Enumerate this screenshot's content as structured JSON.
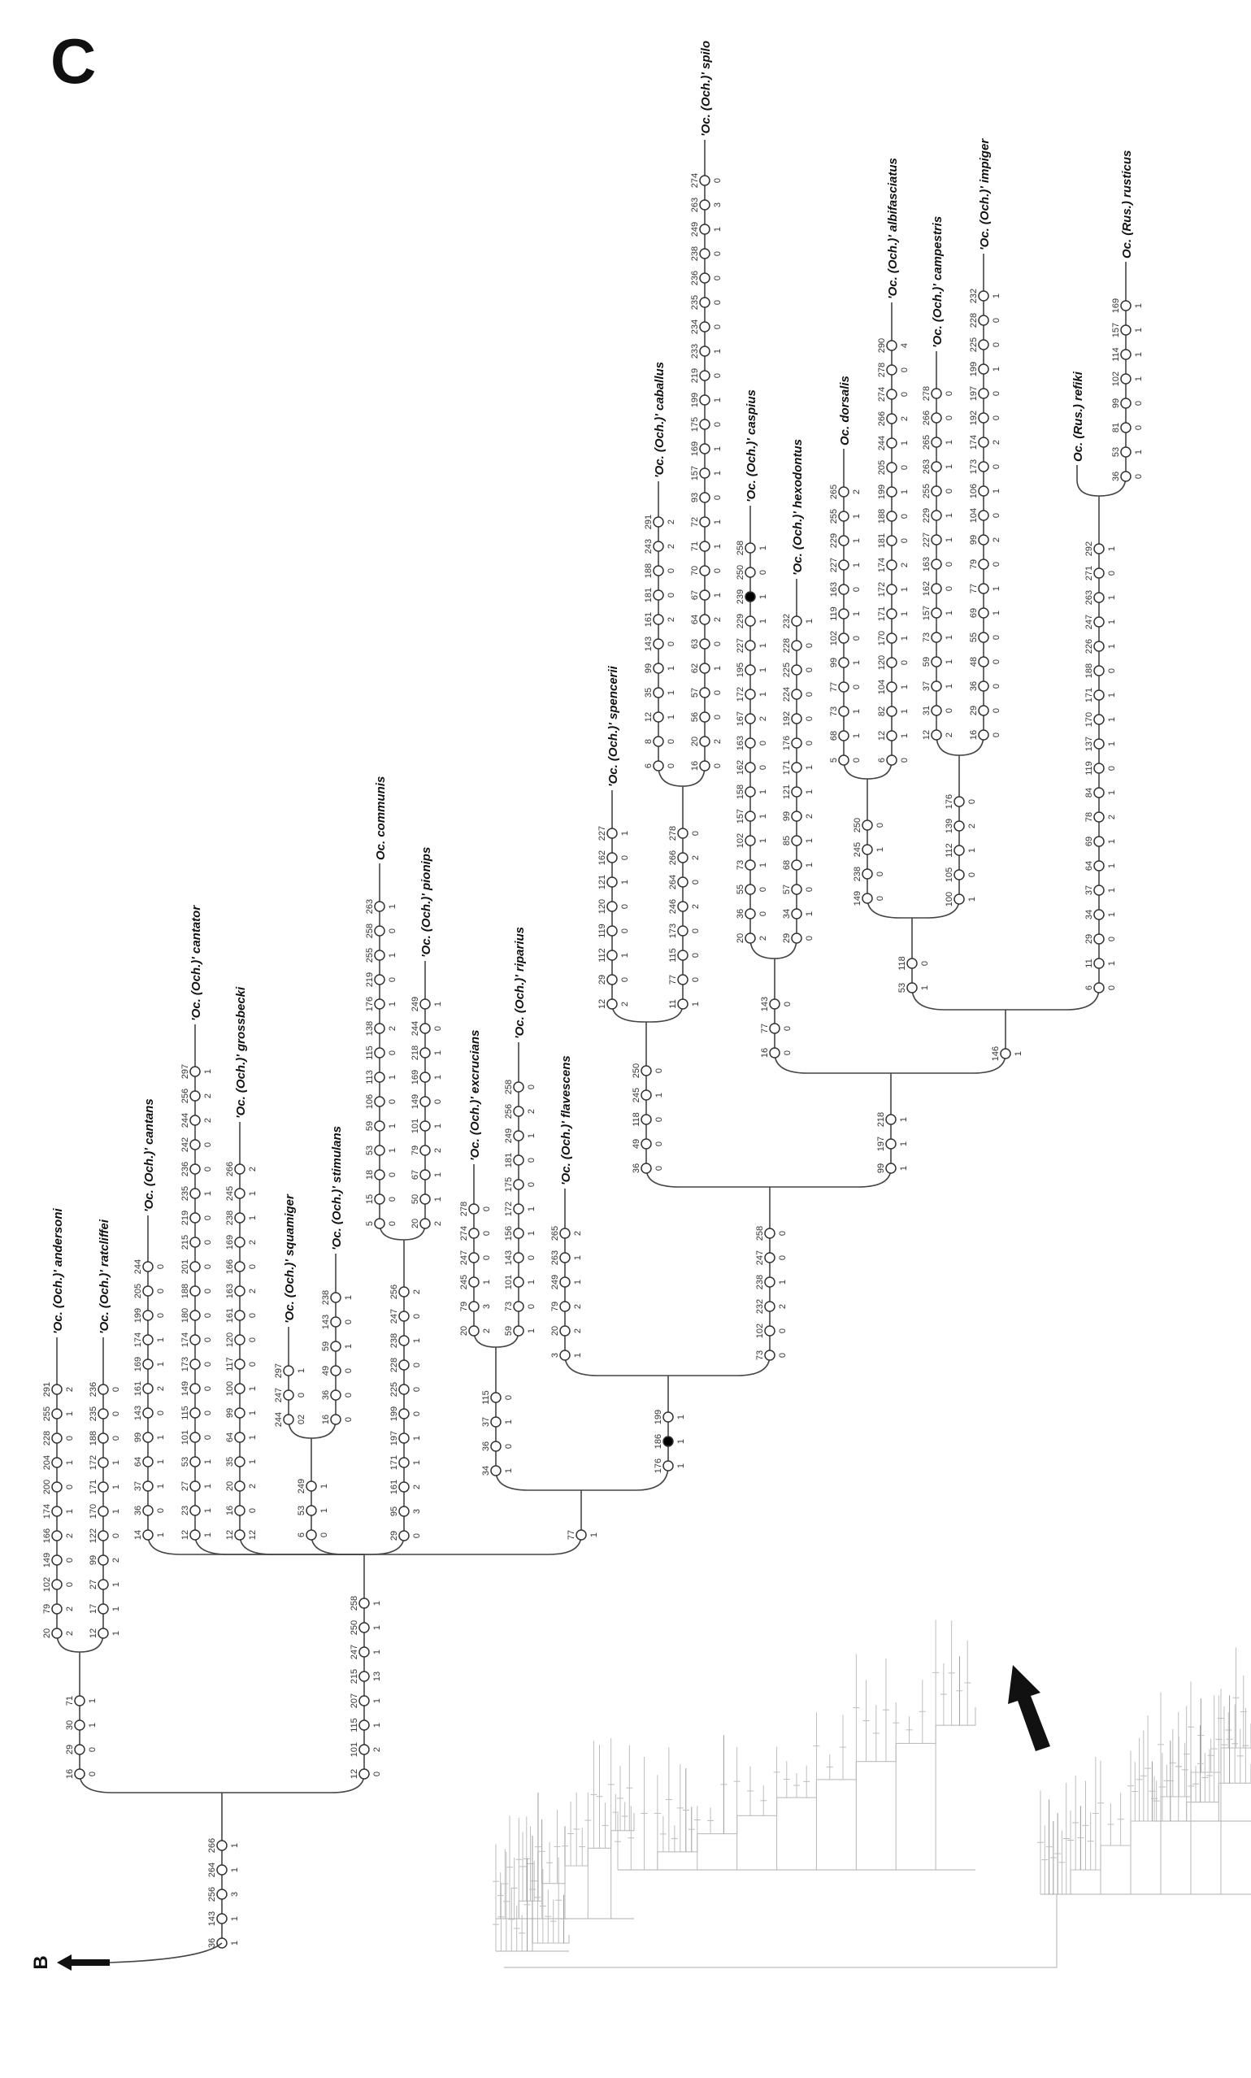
{
  "panel_label": "C",
  "continuation_label": "B",
  "colors": {
    "line": "#444444",
    "node_fill": "#ffffff",
    "node_filled": "#000000",
    "thumbnail": "#bdbdbd"
  },
  "branches": [
    {
      "id": "root",
      "chars": [
        36,
        143,
        256,
        264,
        266
      ],
      "states": [
        "1",
        "1",
        "3",
        "1",
        "1"
      ]
    },
    {
      "id": "b16",
      "chars": [
        16,
        29,
        30,
        71
      ],
      "states": [
        "0",
        "0",
        "1",
        "1"
      ]
    },
    {
      "id": "andersoni",
      "taxon": "'Oc. (Och.)' andersoni",
      "chars": [
        20,
        79,
        102,
        149,
        166,
        174,
        200,
        204,
        228,
        255,
        291
      ],
      "states": [
        "2",
        "2",
        "0",
        "0",
        "2",
        "1",
        "0",
        "1",
        "0",
        "1",
        "2"
      ]
    },
    {
      "id": "ratcliffei",
      "taxon": "'Oc. (Och.)' ratcliffei",
      "chars": [
        12,
        17,
        27,
        99,
        122,
        170,
        171,
        172,
        188,
        235,
        236
      ],
      "states": [
        "1",
        "1",
        "1",
        "2",
        "0",
        "1",
        "1",
        "1",
        "0",
        "0",
        "0"
      ]
    },
    {
      "id": "b12",
      "chars": [
        12,
        101,
        115,
        207,
        215,
        247,
        250,
        258
      ],
      "states": [
        "0",
        "2",
        "1",
        "1",
        "13",
        "1",
        "1",
        "1"
      ]
    },
    {
      "id": "cantans",
      "taxon": "'Oc. (Och.)' cantans",
      "chars": [
        14,
        36,
        37,
        64,
        99,
        143,
        161,
        169,
        174,
        199,
        205,
        244
      ],
      "states": [
        "1",
        "0",
        "1",
        "1",
        "1",
        "0",
        "2",
        "1",
        "1",
        "0",
        "0",
        "0"
      ]
    },
    {
      "id": "cantator",
      "taxon": "'Oc. (Och.)' cantator",
      "chars": [
        12,
        23,
        27,
        53,
        101,
        115,
        149,
        173,
        174,
        180,
        188,
        201,
        215,
        219,
        235,
        236,
        242,
        244,
        256,
        297
      ],
      "states": [
        "1",
        "1",
        "1",
        "1",
        "0",
        "0",
        "0",
        "0",
        "0",
        "0",
        "0",
        "0",
        "0",
        "0",
        "1",
        "0",
        "0",
        "2",
        "2",
        "1"
      ]
    },
    {
      "id": "grossbecki",
      "taxon": "'Oc. (Och.)' grossbecki",
      "chars": [
        12,
        16,
        20,
        35,
        64,
        99,
        100,
        117,
        120,
        161,
        163,
        166,
        169,
        238,
        245,
        266
      ],
      "states": [
        "12",
        "0",
        "2",
        "1",
        "1",
        "1",
        "1",
        "0",
        "0",
        "0",
        "2",
        "0",
        "2",
        "1",
        "1",
        "2"
      ]
    },
    {
      "id": "b6",
      "chars": [
        6,
        53,
        249
      ],
      "states": [
        "0",
        "1",
        "1"
      ]
    },
    {
      "id": "squamiger",
      "taxon": "'Oc. (Och.)' squamiger",
      "chars": [
        244,
        247,
        297
      ],
      "states": [
        "02",
        "0",
        "1"
      ]
    },
    {
      "id": "stimulans",
      "taxon": "'Oc. (Och.)' stimulans",
      "chars": [
        16,
        36,
        49,
        59,
        143,
        238
      ],
      "states": [
        "0",
        "0",
        "0",
        "1",
        "0",
        "1"
      ]
    },
    {
      "id": "b29",
      "chars": [
        29,
        95,
        161,
        171,
        197,
        199,
        225,
        228,
        238,
        247,
        256
      ],
      "states": [
        "0",
        "3",
        "2",
        "1",
        "1",
        "0",
        "0",
        "0",
        "1",
        "0",
        "2"
      ]
    },
    {
      "id": "communis",
      "taxon": "Oc. communis",
      "chars": [
        5,
        15,
        18,
        53,
        59,
        106,
        113,
        115,
        138,
        176,
        219,
        255,
        258,
        263
      ],
      "states": [
        "0",
        "0",
        "0",
        "1",
        "1",
        "0",
        "1",
        "0",
        "2",
        "1",
        "0",
        "1",
        "0",
        "1"
      ]
    },
    {
      "id": "pionips",
      "taxon": "'Oc. (Och.)' pionips",
      "chars": [
        20,
        50,
        67,
        79,
        101,
        149,
        169,
        218,
        244,
        249
      ],
      "states": [
        "2",
        "1",
        "1",
        "2",
        "1",
        "0",
        "1",
        "1",
        "0",
        "1"
      ]
    },
    {
      "id": "b77",
      "chars": [
        77
      ],
      "states": [
        "1"
      ]
    },
    {
      "id": "b34",
      "chars": [
        34,
        36,
        37,
        115
      ],
      "states": [
        "1",
        "0",
        "1",
        "0"
      ]
    },
    {
      "id": "excrucians",
      "taxon": "'Oc. (Och.)' excrucians",
      "chars": [
        20,
        79,
        245,
        247,
        274,
        278
      ],
      "states": [
        "2",
        "3",
        "1",
        "0",
        "0",
        "0"
      ]
    },
    {
      "id": "riparius",
      "taxon": "'Oc. (Och.)' riparius",
      "chars": [
        59,
        73,
        101,
        143,
        156,
        172,
        175,
        181,
        249,
        256,
        258
      ],
      "states": [
        "1",
        "0",
        "1",
        "0",
        "1",
        "1",
        "0",
        "0",
        "1",
        "2",
        "0"
      ]
    },
    {
      "id": "b176",
      "chars": [
        176,
        186,
        199
      ],
      "states": [
        "1",
        "1",
        "1"
      ],
      "filled": [
        1
      ]
    },
    {
      "id": "flavescens",
      "taxon": "'Oc. (Och.)' flavescens",
      "chars": [
        3,
        20,
        79,
        249,
        263,
        265
      ],
      "states": [
        "1",
        "2",
        "2",
        "1",
        "1",
        "2"
      ]
    },
    {
      "id": "b73",
      "chars": [
        73,
        102,
        232,
        238,
        247,
        258
      ],
      "states": [
        "0",
        "0",
        "2",
        "1",
        "0",
        "0"
      ]
    },
    {
      "id": "b36",
      "chars": [
        36,
        49,
        118,
        245,
        250
      ],
      "states": [
        "0",
        "0",
        "0",
        "1",
        "0"
      ]
    },
    {
      "id": "b99",
      "chars": [
        99,
        197,
        218
      ],
      "states": [
        "1",
        "1",
        "1"
      ]
    },
    {
      "id": "spencerii",
      "taxon": "'Oc. (Och.)' spencerii",
      "chars": [
        12,
        29,
        112,
        119,
        120,
        121,
        162,
        227
      ],
      "states": [
        "2",
        "0",
        "1",
        "0",
        "0",
        "1",
        "0",
        "1"
      ]
    },
    {
      "id": "b11",
      "chars": [
        11,
        77,
        115,
        173,
        246,
        264,
        266,
        278
      ],
      "states": [
        "1",
        "0",
        "0",
        "0",
        "2",
        "0",
        "2",
        "0"
      ]
    },
    {
      "id": "caballus",
      "taxon": "'Oc. (Och.)' caballus",
      "chars": [
        6,
        8,
        12,
        35,
        99,
        143,
        161,
        181,
        188,
        243,
        291
      ],
      "states": [
        "0",
        "0",
        "1",
        "1",
        "1",
        "0",
        "2",
        "0",
        "0",
        "2",
        "2"
      ]
    },
    {
      "id": "spilotus",
      "taxon": "'Oc. (Och.)' spilo",
      "chars": [
        16,
        20,
        56,
        57,
        62,
        63,
        64,
        67,
        70,
        71,
        72,
        93,
        157,
        169,
        175,
        199,
        219,
        233,
        234,
        235,
        236,
        238,
        249,
        263,
        274
      ],
      "states": [
        "0",
        "2",
        "0",
        "0",
        "1",
        "0",
        "2",
        "1",
        "0",
        "1",
        "1",
        "0",
        "1",
        "1",
        "0",
        "1",
        "0",
        "1",
        "0",
        "0",
        "0",
        "0",
        "1",
        "3",
        "0"
      ]
    },
    {
      "id": "b16b",
      "chars": [
        16,
        77,
        143
      ],
      "states": [
        "0",
        "0",
        "0"
      ]
    },
    {
      "id": "caspius",
      "taxon": "'Oc. (Och.)' caspius",
      "chars": [
        20,
        36,
        55,
        73,
        102,
        157,
        158,
        162,
        163,
        167,
        172,
        195,
        227,
        229,
        239,
        250,
        258
      ],
      "states": [
        "2",
        "0",
        "0",
        "1",
        "1",
        "1",
        "1",
        "0",
        "0",
        "2",
        "1",
        "1",
        "1",
        "1",
        "1",
        "0",
        "1"
      ],
      "filled": [
        14
      ]
    },
    {
      "id": "hexodontus",
      "taxon": "'Oc. (Och.)' hexodontus",
      "chars": [
        29,
        34,
        57,
        68,
        85,
        99,
        121,
        171,
        176,
        192,
        224,
        225,
        228,
        232
      ],
      "states": [
        "0",
        "1",
        "0",
        "1",
        "1",
        "2",
        "1",
        "1",
        "0",
        "0",
        "0",
        "0",
        "0",
        "1"
      ]
    },
    {
      "id": "b146",
      "chars": [
        146
      ],
      "states": [
        "1"
      ]
    },
    {
      "id": "b53",
      "chars": [
        53,
        118
      ],
      "states": [
        "1",
        "0"
      ]
    },
    {
      "id": "b149",
      "chars": [
        149,
        238,
        245,
        250
      ],
      "states": [
        "0",
        "0",
        "1",
        "0"
      ]
    },
    {
      "id": "dorsalis",
      "taxon": "Oc. dorsalis",
      "chars": [
        5,
        68,
        73,
        77,
        99,
        102,
        119,
        163,
        227,
        229,
        255,
        265
      ],
      "states": [
        "0",
        "1",
        "1",
        "0",
        "1",
        "0",
        "1",
        "0",
        "1",
        "1",
        "1",
        "2"
      ]
    },
    {
      "id": "albifasciatus",
      "taxon": "'Oc. (Och.)' albifasciatus",
      "chars": [
        6,
        12,
        82,
        104,
        120,
        170,
        171,
        172,
        174,
        181,
        188,
        199,
        205,
        244,
        266,
        274,
        278,
        290
      ],
      "states": [
        "0",
        "1",
        "1",
        "1",
        "0",
        "1",
        "1",
        "1",
        "2",
        "0",
        "0",
        "1",
        "0",
        "1",
        "2",
        "0",
        "0",
        "4"
      ]
    },
    {
      "id": "b100",
      "chars": [
        100,
        105,
        112,
        139,
        176
      ],
      "states": [
        "1",
        "0",
        "1",
        "2",
        "0"
      ]
    },
    {
      "id": "campestris",
      "taxon": "'Oc. (Och.)' campestris",
      "chars": [
        12,
        31,
        37,
        59,
        73,
        157,
        162,
        163,
        227,
        229,
        255,
        263,
        265,
        266,
        278
      ],
      "states": [
        "2",
        "0",
        "1",
        "1",
        "1",
        "1",
        "0",
        "0",
        "1",
        "1",
        "0",
        "1",
        "1",
        "0",
        "0"
      ]
    },
    {
      "id": "impiger",
      "taxon": "'Oc. (Och.)' impiger",
      "chars": [
        16,
        29,
        36,
        48,
        55,
        69,
        77,
        79,
        99,
        104,
        106,
        173,
        174,
        192,
        197,
        199,
        225,
        228,
        232
      ],
      "states": [
        "0",
        "0",
        "0",
        "0",
        "0",
        "1",
        "1",
        "0",
        "2",
        "0",
        "1",
        "0",
        "2",
        "0",
        "0",
        "1",
        "0",
        "0",
        "1"
      ]
    },
    {
      "id": "bRus",
      "chars": [
        6,
        11,
        29,
        34,
        37,
        64,
        69,
        78,
        84,
        119,
        137,
        170,
        171,
        188,
        226,
        247,
        263,
        271,
        292
      ],
      "states": [
        "0",
        "1",
        "0",
        "1",
        "1",
        "1",
        "1",
        "2",
        "1",
        "0",
        "1",
        "1",
        "1",
        "0",
        "1",
        "1",
        "1",
        "0",
        "1"
      ]
    },
    {
      "id": "refiki",
      "taxon": "Oc. (Rus.) refiki",
      "chars": [],
      "states": []
    },
    {
      "id": "rusticus",
      "taxon": "Oc. (Rus.) rusticus",
      "chars": [
        36,
        53,
        81,
        99,
        102,
        114,
        157,
        169
      ],
      "states": [
        "0",
        "1",
        "0",
        "0",
        "1",
        "1",
        "1",
        "1"
      ]
    }
  ]
}
